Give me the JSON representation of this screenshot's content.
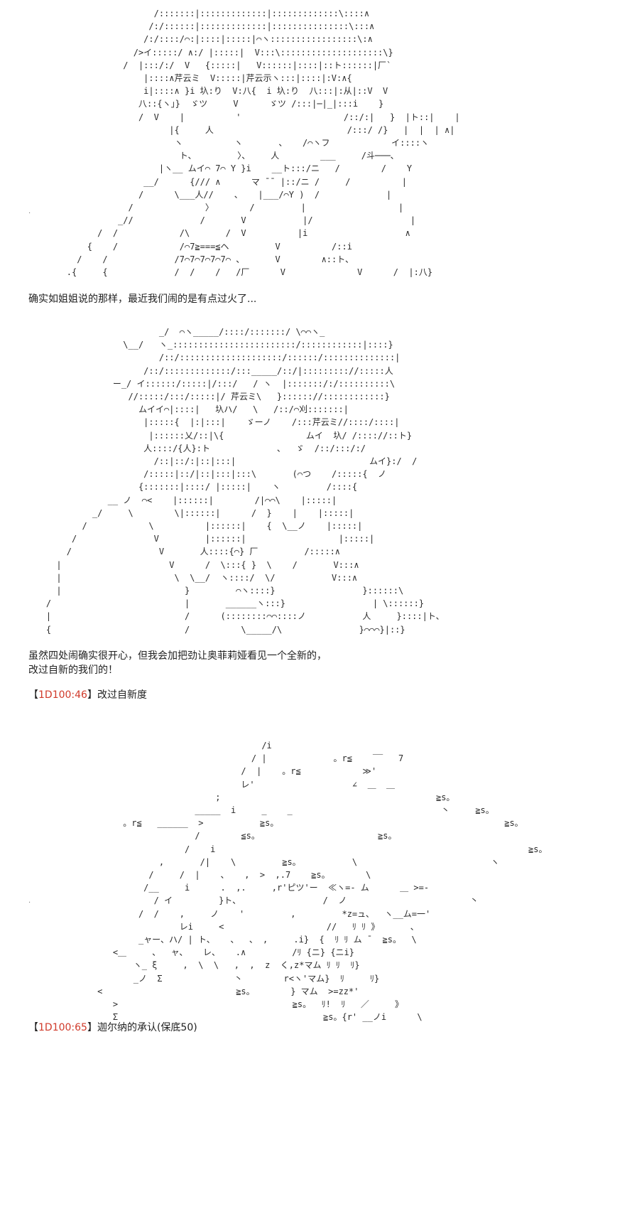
{
  "art_1": "                         /:::::::|:::::::::::::|:::::::::::::\\::::∧\n                        /:/::::::|:::::::::::::|:::::::::::::::\\:::∧\n                       /:/::::/⌒:|::::|:::::|⌒ヽ:::::::::::::::::\\:∧\n                     />イ:::::/ ∧:/ |:::::|  V:::\\::::::::::::::::::::\\}\n                   /  |:::/:/  V   {:::::|   V::::::|::::|::ト::::::|厂`\n                       |::::∧芹云ミ  V:::::|芹云示ヽ:::|::::|:V:∧{\n                       i|::::∧ }i 圦:り  V:八{  i 圦:り  八:::|:从|::V  V\n                      八::{ヽ」}  ゞツ     V      ゞツ /:::|─|_|:::i    }\n                      /  V    |          '                    /::/:|   }  |ト::|    |\n                            |{     人                          /:::/ /}   |  |  | ∧|\n                             ヽ          ヽ       、   /⌒ヽフ            イ::::ヽ\n                              ト、        〉、    人        ___     /斗───、\n                          |ヽ__ ムイ⌒ 7⌒ Y }i    __ト:::/ニ   /        /    Y\n                       __/      {/// ∧      マ ̄ ̄  |::/ニ /     /          |\n                      /      \\___人//    、   |___/⌒Y )  /             |\n                    /              〉       /         |                  |\n                  _//             /       V           |/                   |\n              /  /            /\\       /  V          |i                   ∧\n            {    /            /⌒7≧===≦ヘ         V          /::i\n          /    /             /7⌒7⌒7⌒7⌒7⌒ 、      V        ∧::ト、\n        .{     {             /  /    /   /厂      V              V      /  |:八}",
  "caption_1": "确实如姐姐说的那样，最近我们闹的是有点过火了...",
  "art_2": "                          _/  ⌒ヽ_____/::::/:::::::/ \\⌒⌒ヽ_\n                   \\__/   ヽ_::::::::::::::::::::::::/::::::::::::|::::}\n                          /::/::::::::::::::::::::/::::::/::::::::::::::|\n                       /::/:::::::::::::/:::_____/::/|::::::::://:::::人\n                 ー_/ イ::::::/:::::|/:::/   / ヽ  |:::::::/:/::::::::::\\\n                    //:::::/:::/:::::|/ 芹云ミ\\   }:::::://::::::::::::}\n                      ムイイ⌒|::::|   圦ハ/   \\   /::/⌒刈:::::::|\n                       |:::::{  |:|:::|    ゞーノ    /:::芹云ミ//::::/::::|\n                        |::::::乂/::|\\{                ムイ  圦/ /:::://::ト}\n                       人::::/{人}:ト             、  ゞ  /::/:::/:/\n                         /::|::/:|::|:::|                          ムイ}:/  /\n                       /:::::|::/|::|:::|:::\\       (⌒つ    /:::::{  ノ\n                      {:::::::|::::/ |:::::|    ヽ         /::::{\n                __ ノ  ⌒<    |::::::|        /|⌒⌒\\    |:::::|\n             _/     \\        \\|::::::|      /  }    |    |:::::|\n           /            \\          |::::::|    {  \\__ノ    |:::::|\n         /               V         |::::::|                  |:::::|\n        /                 V       人::::{⌒} 厂         /:::::∧\n      |                     V      /  \\:::{ }  \\    /       V:::∧\n      |                      \\  \\__/  ヽ::::/  \\/           V:::∧\n      |                        }         ⌒ヽ::::}                 }::::::\\\n    /                          |       ______ヽ:::}                 | \\::::::}\n    |                          /      (::::::::⌒⌒::::ノ           人     }::::|ト、\n    {                          /          \\_____/\\               }⌒⌒⌒}|::}",
  "caption_2": "虽然四处闹确实很开心，但我会加把劲让奥菲莉娅看见一个全新的，\n改过自新的我们的！",
  "roll_1": {
    "open": "【",
    "dice": "1D100:46",
    "close": "】",
    "label": "改过自新度"
  },
  "art_3": "                                              /i\n                                            / |             。r≦    ‾‾   7\n                                          /  |    。r≦            ≫'\n                                          レ'                   ∠  ＿  ＿\n                                     ;                                          ≧s。\n                                 _____  i     _    _                             丶     ≧s。\n                   。r≦   ______  >           ≧s。                                            ≧s。\n                                 /        ≦s。                       ≧s。\n                               /    i                                                             ≧s。\n                          ,       /|    \\         ≧s。          \\                          ヽ\n                        /     /  |    、   ,  >  ,.7    ≧s。       \\\n                       /__     i      .  ,.     ,r'ピツ'ー  ≪ヽ=- ム      ＿ >=-\n                         / イ         }ト、                /  ノ                        丶\n                      /  /    ,     ノ    '         ,         *z=ュ、  ヽ__ム=一'\n                              レi     <                    //   ﾘ ﾘ 》      、\n                      _ャー、ハ/ | ト、   、  、 ,     .i}  {  ﾘ ﾘ ム ̄   ≧s。  \\\n                 <＿     、  ャ、   レ、   .∧         /ﾘ {ニ} {ニi}\n                     ヽ_ ξ     ,  \\  \\   ,  ,  z  く,z*マム ﾘ ﾘ  ﾘ}\n                     _ノ  Σ              丶        r<ヽ'マム}  ﾘ     ﾘ}\n              <                          ≧s。       } マム  >=zz*'\n                 >                                  ≧s。  ﾘ!  ﾘ   ／     》\n                 Σ                                        ≧s。{r' __ノi      \\",
  "roll_2": {
    "open": "【",
    "dice": "1D100:65",
    "close": "】",
    "label": "迦尔纳的承认(保底50)"
  }
}
